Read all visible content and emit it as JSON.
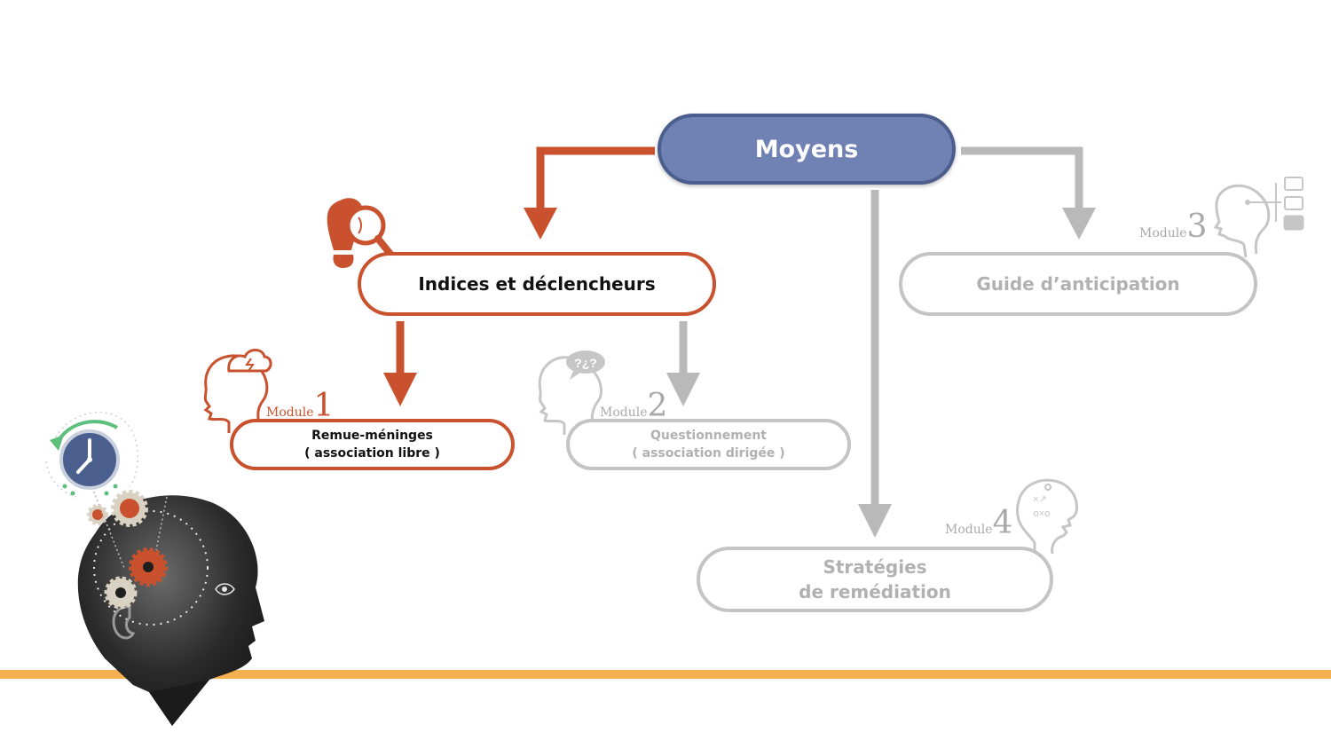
{
  "nodes": {
    "root": "Moyens",
    "indices": "Indices et déclencheurs",
    "guide": "Guide d’anticipation",
    "remue_line1": "Remue-méninges",
    "remue_line2": "( association libre )",
    "quest_line1": "Questionnement",
    "quest_line2": "( association dirigée )",
    "strat_line1": "Stratégies",
    "strat_line2": "de remédiation"
  },
  "modules": {
    "m1": {
      "word": "Module",
      "num": "1"
    },
    "m2": {
      "word": "Module",
      "num": "2"
    },
    "m3": {
      "word": "Module",
      "num": "3"
    },
    "m4": {
      "word": "Module",
      "num": "4"
    }
  },
  "colors": {
    "active": "#c9512d",
    "inactive": "#b9b9b9",
    "root_fill": "#7082b4",
    "baseline": "#f6b04f"
  },
  "icons": [
    "footprint-magnifier-icon",
    "head-brainstorm-cloud-icon",
    "head-question-bubble-icon",
    "head-flowchart-icon",
    "head-strategy-icon",
    "head-clock-gears-illustration"
  ]
}
